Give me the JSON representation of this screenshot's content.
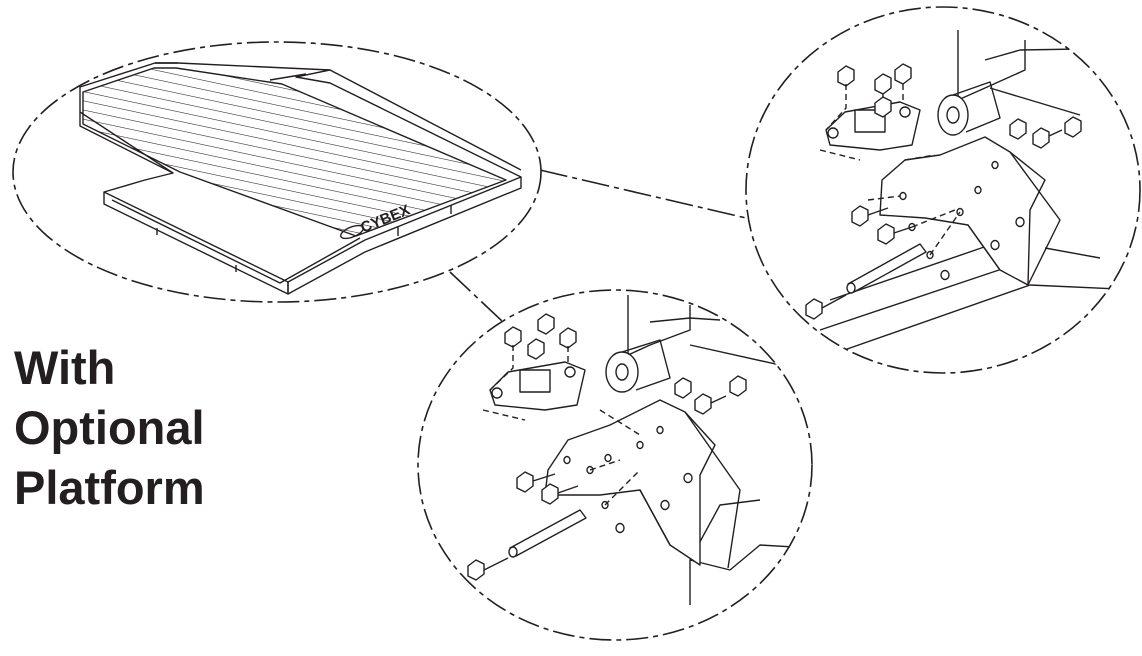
{
  "caption": {
    "line1": "With",
    "line2": "Optional",
    "line3": "Platform"
  },
  "platform": {
    "brand_mark": "CYBEX"
  },
  "colors": {
    "ink": "#231f20",
    "background": "#ffffff"
  }
}
